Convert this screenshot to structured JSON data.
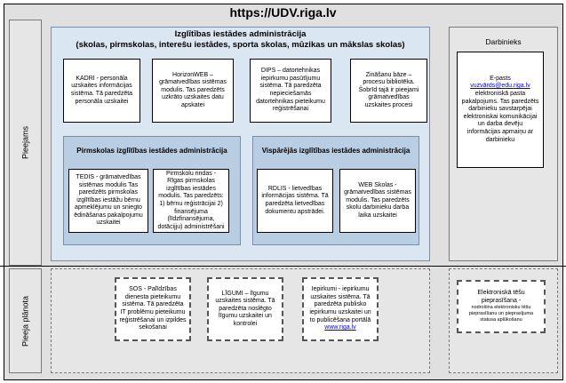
{
  "header": {
    "url_title": "https://UDV.riga.lv"
  },
  "side_labels": {
    "top": "Pieejams",
    "bottom": "Pieeja plānota"
  },
  "admin_panel": {
    "title": "Izglītības iestādes administrācija",
    "subtitle": "(skolas, pirmskolas, intereŝu iestādes, sporta skolas, mūzikas un mākslas skolas)",
    "boxes": [
      {
        "text": "KADRI - personāla uzskaites informācijas sistēma. Tā paredzēta personāla uzskaitei"
      },
      {
        "text": "HorizonWEB – grāmatvedības sistēmas modulis. Tas paredzēts uzkrāto uzskaites datu apskatei"
      },
      {
        "text": "DIPS – datortehnikas iepirkumu pasūtījumu sistēma. Tā paredzēta nepieciešamās datortehnikas pieteikumu reģistrēšanai"
      },
      {
        "text": "Zināšanu bāze – procesu bibliotēka. Šobrīd tajā ir pieejami grāmatvedības uzskaites procesi"
      }
    ]
  },
  "preschool_panel": {
    "title": "Pirmskolas izglītības iestādes administrācija",
    "boxes": [
      {
        "text": "TEDIS - grāmatvedības sistēmas modulis Tas paredzēts pirmskolas izglītības iestāžu bērnu apmeklējumu un sniegto ēdināšanas pakalpojumu uzskaitei"
      },
      {
        "text": "Pirmskolu rindas - Rīgas pirmskolas izglītības iestādes modulis. Tas paredzēts: 1) bērnu reģistrācijai 2) finansējuma (līdzfinansējuma, dotācijju) administrēšani"
      }
    ]
  },
  "general_panel": {
    "title": "Vispārējās izglītības iestādes administrācija",
    "boxes": [
      {
        "text": "RDLIS - lietvedības informācijas sistēma. Tā paredzēta lietvedības dokumentu apstrādei."
      },
      {
        "text": "WEB Skolas - grāmatvedības sistēmas modulis. Tas paredzēts skolu darbinieku darba laika uzskaitei"
      }
    ]
  },
  "employee_panel": {
    "title": "Darbinieks",
    "box": {
      "line1": "E-pasts",
      "email": "vuzvārds@edu.riga.lv",
      "rest": "elektroniskā pasta pakalpojums. Tas paredzēts darbinieku savstarpējai elektroniskai komunikācijai un darba devēju informācijas apmaiņu ar darbinieku"
    }
  },
  "planned": {
    "boxes": [
      {
        "text": "SOS - Palīdzības dienesta pieteikumu sistēma. Tā paredzēta IT problēmu pieteikumu reģistrēšanai un izpildes sekošanai"
      },
      {
        "text": "LĪGUMI – līgumu uzskaites sistēma. Tā paredzēta noslēgto līgumu uzskaitei un kontrolei"
      },
      {
        "text": "Iepirkumi - iepirkumu uzskaites sistēma. Tā paredzēta publisko iepirkumu uzskaitei un to publicēšana portālā",
        "link": "www.riga.lv"
      }
    ],
    "employee_box": {
      "title": "Elektroniskā tēšu pieprasīšana -",
      "rest": "nodrošina elektronisku tēšu pieprasīšanu un pieprasījuma statusa aplūkošanu"
    }
  }
}
